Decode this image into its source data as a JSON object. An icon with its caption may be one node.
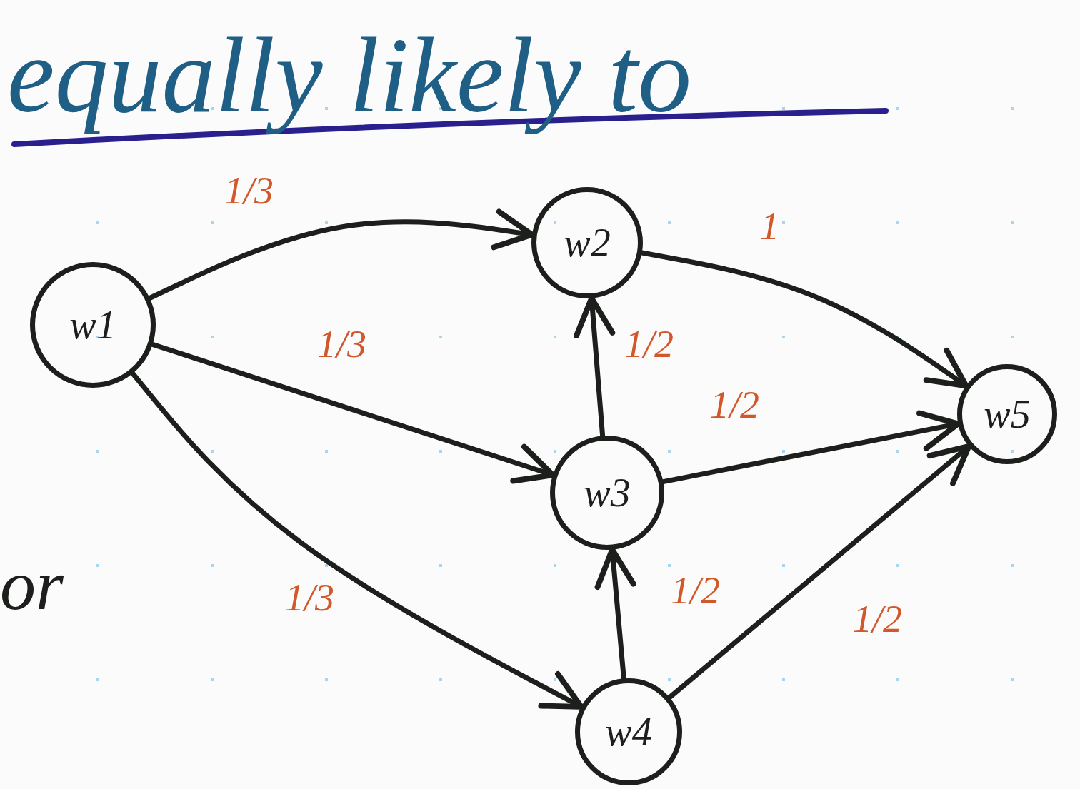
{
  "diagram": {
    "nodes": [
      {
        "text": [
          "w1"
        ]
      },
      {
        "text": [
          "w2"
        ]
      },
      {
        "text": [
          "w3"
        ]
      },
      {
        "text": [
          "w4"
        ]
      },
      {
        "text": [
          "w5"
        ]
      }
    ],
    "edges": [
      {
        "from": 0,
        "to": 1,
        "arrow": "to",
        "label": "1/3"
      },
      {
        "from": 0,
        "to": 2,
        "arrow": "to",
        "label": "1/3"
      },
      {
        "from": 0,
        "to": 3,
        "arrow": "to",
        "label": "1/3"
      },
      {
        "from": 1,
        "to": 4,
        "arrow": "to",
        "label": "1"
      },
      {
        "from": 2,
        "to": 1,
        "arrow": "to",
        "label": "1/2"
      },
      {
        "from": 2,
        "to": 4,
        "arrow": "to",
        "label": "1/2"
      },
      {
        "from": 3,
        "to": 2,
        "arrow": "to",
        "label": "1/2"
      },
      {
        "from": 3,
        "to": 4,
        "arrow": "to",
        "label": "1/2"
      }
    ],
    "labels": [
      "equally likely to",
      "or"
    ]
  }
}
